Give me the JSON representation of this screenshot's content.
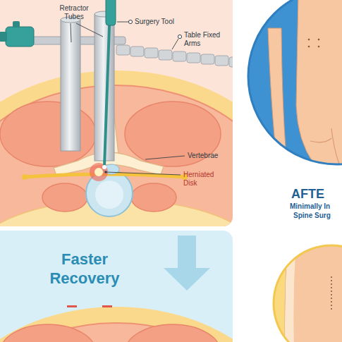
{
  "diagram": {
    "nodes": [
      {
        "text": [
          "Faster Recovery"
        ]
      }
    ],
    "labels": [
      "Retractor Tubes",
      "Surgery Tool",
      "Table Fixed Arms",
      "Vertebrae",
      "Herniated Disk",
      "AFTE",
      "Minimally In",
      "Spine Surg"
    ]
  }
}
